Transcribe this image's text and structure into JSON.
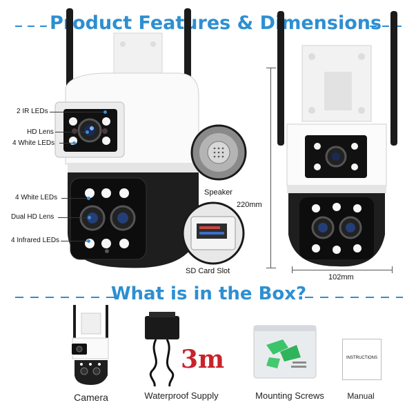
{
  "headings": {
    "features": "Product Features & Dimensions",
    "box": "What is in the Box?"
  },
  "callouts": {
    "ir_leds_2": "2 IR LEDs",
    "hd_lens": "HD Lens",
    "white_leds_top": "4 White LEDs",
    "white_leds_bottom": "4 White LEDs",
    "dual_hd_lens": "Dual HD Lens",
    "infrared_leds": "4 Infrared LEDs",
    "speaker": "Speaker",
    "sd_card_slot": "SD Card Slot"
  },
  "dimensions": {
    "height": "220mm",
    "width": "102mm"
  },
  "box_items": {
    "camera": "Camera",
    "supply": "Waterproof Supply",
    "supply_length": "3m",
    "screws": "Mounting Screws",
    "manual": "Manual",
    "manual_cover": "INSTRUCTIONS"
  },
  "colors": {
    "accent": "#2d8fd1",
    "length_red": "#c8232c"
  }
}
